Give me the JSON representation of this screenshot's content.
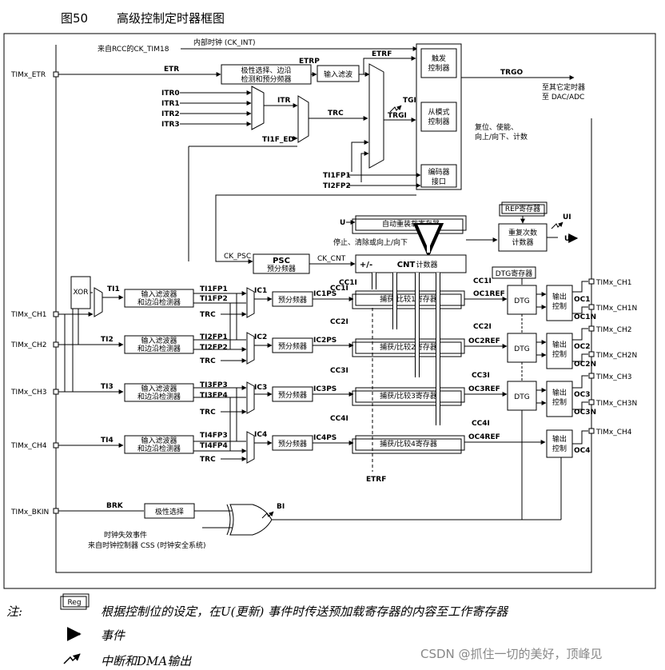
{
  "figure": {
    "number": "图50",
    "title": "高级控制定时器框图"
  },
  "pins": {
    "etr": "TIMx_ETR",
    "ch1": "TIMx_CH1",
    "ch2": "TIMx_CH2",
    "ch3": "TIMx_CH3",
    "ch4": "TIMx_CH4",
    "bkin": "TIMx_BKIN",
    "out_ch1": "TIMx_CH1",
    "out_ch1n": "TIMx_CH1N",
    "out_ch2": "TIMx_CH2",
    "out_ch2n": "TIMx_CH2N",
    "out_ch3": "TIMx_CH3",
    "out_ch3n": "TIMx_CH3N",
    "out_ch4": "TIMx_CH4"
  },
  "clock": {
    "rcc_source": "来自RCC的CK_TIM18",
    "internal": "内部时钟 (CK_INT)",
    "ck_psc": "CK_PSC",
    "ck_cnt": "CK_CNT"
  },
  "signals": {
    "etr": "ETR",
    "etrp": "ETRP",
    "etrf": "ETRF",
    "itr0": "ITR0",
    "itr1": "ITR1",
    "itr2": "ITR2",
    "itr3": "ITR3",
    "itr": "ITR",
    "trc": "TRC",
    "ti1f_ed": "TI1F_ED",
    "tgi": "TGI",
    "trgi": "TRGI",
    "ti1fp1_enc": "TI1FP1",
    "ti2fp2_enc": "TI2FP2",
    "trgo": "TRGO",
    "u": "U",
    "ui": "UI",
    "plus_minus": "+/-",
    "ti1": "TI1",
    "ti2": "TI2",
    "ti3": "TI3",
    "ti4": "TI4",
    "ti1fp1": "TI1FP1",
    "ti1fp2": "TI1FP2",
    "ti2fp1": "TI2FP1",
    "ti2fp2": "TI2FP2",
    "ti3fp3": "TI3FP3",
    "ti3fp4": "TI3FP4",
    "ti4fp3": "TI4FP3",
    "ti4fp4": "TI4FP4",
    "ic1": "IC1",
    "ic2": "IC2",
    "ic3": "IC3",
    "ic4": "IC4",
    "ic1ps": "IC1PS",
    "ic2ps": "IC2PS",
    "ic3ps": "IC3PS",
    "ic4ps": "IC4PS",
    "cc1i": "CC1I",
    "cc2i": "CC2I",
    "cc3i": "CC3I",
    "cc4i": "CC4I",
    "oc1ref": "OC1REF",
    "oc2ref": "OC2REF",
    "oc3ref": "OC3REF",
    "oc4ref": "OC4REF",
    "oc1": "OC1",
    "oc1n": "OC1N",
    "oc2": "OC2",
    "oc2n": "OC2N",
    "oc3": "OC3",
    "oc3n": "OC3N",
    "oc4": "OC4",
    "xor": "XOR",
    "brk": "BRK",
    "bi": "BI",
    "etrf_bottom": "ETRF"
  },
  "blocks": {
    "polarity_edge": [
      "极性选择、边沿",
      "检测和预分频器"
    ],
    "input_filter": "输入滤波",
    "trigger_ctrl": [
      "触发",
      "控制器"
    ],
    "slave_ctrl": [
      "从模式",
      "控制器"
    ],
    "encoder_if": [
      "编码器",
      "接口"
    ],
    "auto_reload": "自动重装载寄存器",
    "rep_reg": "REP寄存器",
    "rep_counter": [
      "重复次数",
      "计数器"
    ],
    "dtg_reg": "DTG寄存器",
    "psc": "PSC",
    "psc_sub": "预分频器",
    "cnt": "CNT",
    "cnt_sub": "计数器",
    "filter_edge": [
      "输入滤波器",
      "和边沿检测器"
    ],
    "prescaler": "预分频器",
    "ccr1": "捕获/比较1寄存器",
    "ccr2": "捕获/比较2寄存器",
    "ccr3": "捕获/比较3寄存器",
    "ccr4": "捕获/比较4寄存器",
    "dtg": "DTG",
    "out_ctrl": [
      "输出",
      "控制"
    ],
    "polarity_select": "极性选择"
  },
  "annotations": {
    "trgo_dest": [
      "至其它定时器",
      "至 DAC/ADC"
    ],
    "slave_actions": [
      "复位、使能、",
      "向上/向下、计数"
    ],
    "stop_clear": "停止、清除或向上/向下",
    "clock_failure": [
      "时钟失效事件",
      "来自时钟控制器 CSS (时钟安全系统)"
    ]
  },
  "notes": {
    "label": "注:",
    "reg_box": "Reg",
    "reg_text": "根据控制位的设定，在U(更新) 事件时传送预加载寄存器的内容至工作寄存器",
    "event": "事件",
    "dma": "中断和DMA输出"
  },
  "watermark": "CSDN @抓住一切的美好，顶峰见"
}
